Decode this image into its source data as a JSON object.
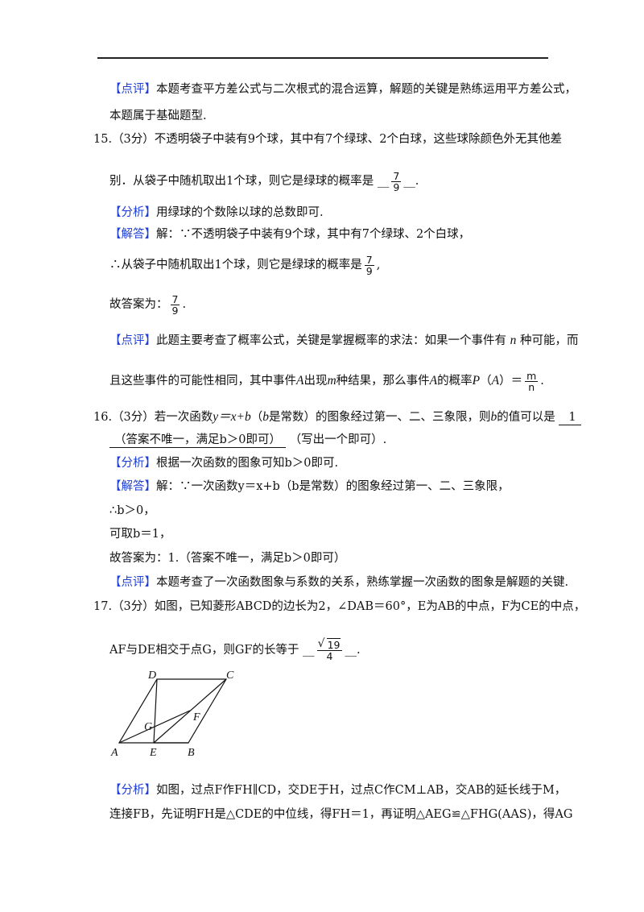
{
  "tags": {
    "comment": "【点评】",
    "analysis": "【分析】",
    "answer": "【解答】"
  },
  "q14": {
    "comment_line1": "本题考查平方差公式与二次根式的混合运算，解题的关键是熟练运用平方差公式，",
    "comment_line2": "本题属于基础题型."
  },
  "q15": {
    "number": "15.",
    "score": "（3分）",
    "stem1": "不透明袋子中装有9个球，其中有7个绿球、2个白球，这些球除颜色外无其他差",
    "stem2_a": "别．从袋子中随机取出1个球，则它是绿球的概率是",
    "stem2_b": ".",
    "blank_prefix": "__",
    "blank_suffix": "__",
    "frac_num": "7",
    "frac_den": "9",
    "analysis": "用绿球的个数除以球的总数即可.",
    "answer_a": "解：",
    "answer_b": "∵不透明袋子中装有9个球，其中有7个绿球、2个白球，",
    "line2_a": "∴从袋子中随机取出1个球，则它是绿球的概率是",
    "line2_b": ",",
    "line3_a": "故答案为：",
    "line3_b": ".",
    "comment1_a": "此题主要考查了概率公式，关键是掌握概率的求法：如果一个事件有",
    "comment1_n": "n",
    "comment1_b": "种可能，而",
    "comment2_a": "且这些事件的可能性相同，其中事件",
    "comment2_A": "A",
    "comment2_b": "出现",
    "comment2_m": "m",
    "comment2_c": "种结果，那么事件",
    "comment2_A2": "A",
    "comment2_d": "的概率",
    "comment2_P": "P",
    "comment2_e": "（",
    "comment2_A3": "A",
    "comment2_f": "）＝",
    "comment2_num": "m",
    "comment2_den": "n",
    "comment2_g": "."
  },
  "q16": {
    "number": "16.",
    "score": "（3分）",
    "stem_a": "若一次函数",
    "stem_eq": "y＝x+b",
    "stem_b": "（",
    "stem_bvar": "b",
    "stem_c": "是常数）的图象经过第一、二、三象限，则",
    "stem_bvar2": "b",
    "stem_d": "的值可以是",
    "blank1": "1",
    "blank2": "（答案不唯一，满足b＞0即可）",
    "stem_e": "（写出一个即可）.",
    "analysis": "根据一次函数的图象可知b＞0即可.",
    "answer_a": "解：",
    "answer_b": "∵一次函数y＝x+b（b是常数）的图象经过第一、二、三象限，",
    "line2": "∴b＞0，",
    "line3": "可取b＝1，",
    "line4": "故答案为：1.（答案不唯一，满足b＞0即可）",
    "comment": "本题考查了一次函数图象与系数的关系，熟练掌握一次函数的图象是解题的关键."
  },
  "q17": {
    "number": "17.",
    "score": "（3分）",
    "stem1": "如图，已知菱形ABCD的边长为2，∠DAB＝60°，E为AB的中点，F为CE的中点，",
    "stem2_a": "AF与DE相交于点G，则GF的长等于",
    "stem2_b": ".",
    "answer_rad": "19",
    "answer_den": "4",
    "fig_labels": {
      "A": "A",
      "B": "B",
      "C": "C",
      "D": "D",
      "E": "E",
      "F": "F",
      "G": "G"
    },
    "analysis1": "如图，过点F作FH∥CD，交DE于H，过点C作CM⊥AB，交AB的延长线于M，",
    "analysis2": "连接FB，先证明FH是△CDE的中位线，得FH＝1，再证明△AEG≌△FHG(AAS)，得AG"
  }
}
